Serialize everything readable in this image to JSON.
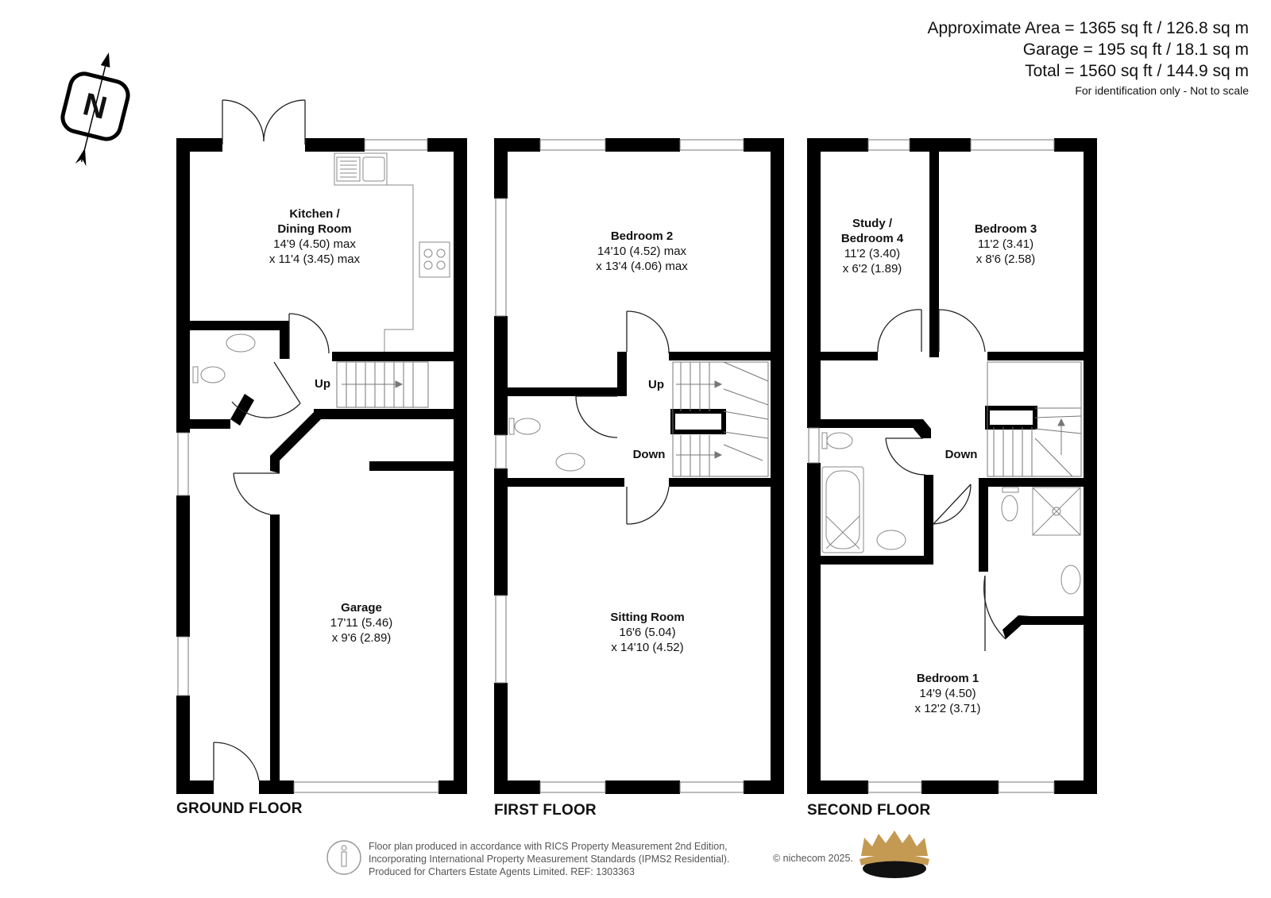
{
  "areas": {
    "approx": "Approximate Area = 1365 sq ft / 126.8 sq m",
    "garage": "Garage = 195 sq ft / 18.1 sq m",
    "total": "Total = 1560 sq ft / 144.9 sq m",
    "note": "For identification only - Not to scale"
  },
  "compass": {
    "label": "N"
  },
  "floors": {
    "ground": {
      "label": "GROUND FLOOR",
      "rooms": [
        {
          "name": "Kitchen /",
          "name2": "Dining Room",
          "dim1": "14'9 (4.50) max",
          "dim2": "x 11'4 (3.45) max"
        },
        {
          "name": "Garage",
          "dim1": "17'11 (5.46)",
          "dim2": "x 9'6 (2.89)"
        }
      ],
      "stairs": "Up"
    },
    "first": {
      "label": "FIRST FLOOR",
      "rooms": [
        {
          "name": "Bedroom 2",
          "dim1": "14'10 (4.52) max",
          "dim2": "x 13'4 (4.06) max"
        },
        {
          "name": "Sitting Room",
          "dim1": "16'6 (5.04)",
          "dim2": "x 14'10 (4.52)"
        }
      ],
      "stairs_up": "Up",
      "stairs_down": "Down"
    },
    "second": {
      "label": "SECOND FLOOR",
      "rooms": [
        {
          "name": "Study /",
          "name2": "Bedroom 4",
          "dim1": "11'2 (3.40)",
          "dim2": "x 6'2 (1.89)"
        },
        {
          "name": "Bedroom 3",
          "dim1": "11'2 (3.41)",
          "dim2": "x 8'6 (2.58)"
        },
        {
          "name": "Bedroom 1",
          "dim1": "14'9 (4.50)",
          "dim2": "x 12'2 (3.71)"
        }
      ],
      "stairs_down": "Down"
    }
  },
  "footer": {
    "line1": "Floor plan produced in accordance with RICS Property Measurement 2nd Edition,",
    "line2": "Incorporating International Property Measurement Standards (IPMS2 Residential).",
    "line3": "Produced for Charters Estate Agents Limited.   REF: 1303363",
    "credit": "© nichecom 2025."
  },
  "colors": {
    "wall": "#000000",
    "fixture": "#888888",
    "crown": "#c49a52",
    "base": "#111111"
  }
}
